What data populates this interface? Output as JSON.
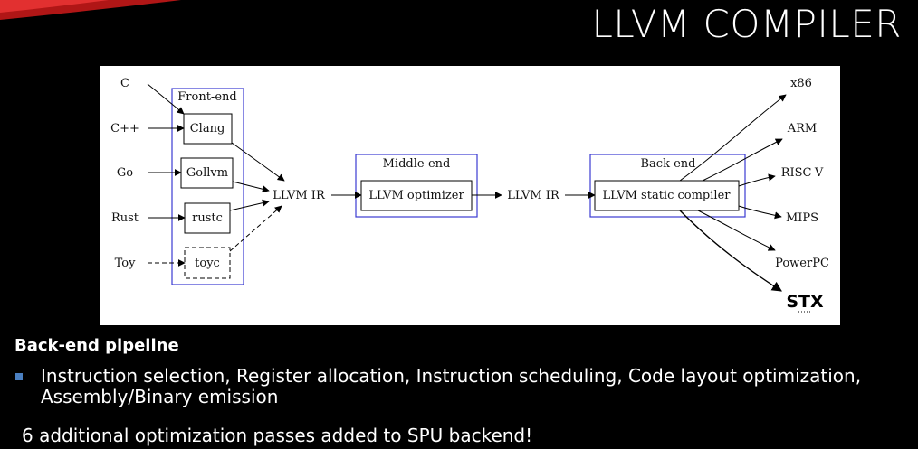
{
  "slide": {
    "title": "LLVM COMPILER"
  },
  "diagram": {
    "languages": [
      "C",
      "C++",
      "Go",
      "Rust",
      "Toy"
    ],
    "frontend": {
      "label": "Front-end",
      "compilers": [
        "Clang",
        "Gollvm",
        "rustc",
        "toyc"
      ]
    },
    "ir_label": "LLVM IR",
    "middleend": {
      "label": "Middle-end",
      "optimizer": "LLVM optimizer"
    },
    "backend": {
      "label": "Back-end",
      "compiler": "LLVM static compiler"
    },
    "targets": [
      "x86",
      "ARM",
      "RISC-V",
      "MIPS",
      "PowerPC",
      "STX"
    ],
    "colors": {
      "group_border": "#3b3bd1",
      "node_border": "#000000",
      "edge": "#000000"
    }
  },
  "content": {
    "heading": "Back-end pipeline",
    "bullet": "Instruction selection, Register allocation, Instruction scheduling, Code layout optimization, Assembly/Binary emission",
    "note": "6 additional optimization passes added to SPU backend!"
  },
  "theme": {
    "background": "#000000",
    "accent": "#c01818",
    "bullet_color": "#4a7fc0"
  }
}
